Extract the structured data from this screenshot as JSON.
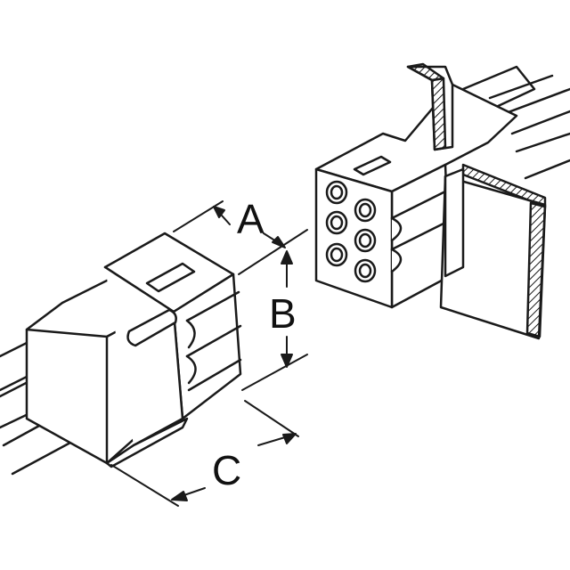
{
  "diagram": {
    "dimensions": {
      "a": "A",
      "b": "B",
      "c": "C"
    },
    "colors": {
      "stroke": "#1a1a1a",
      "fill": "#ffffff",
      "hatch": "#1a1a1a"
    }
  }
}
